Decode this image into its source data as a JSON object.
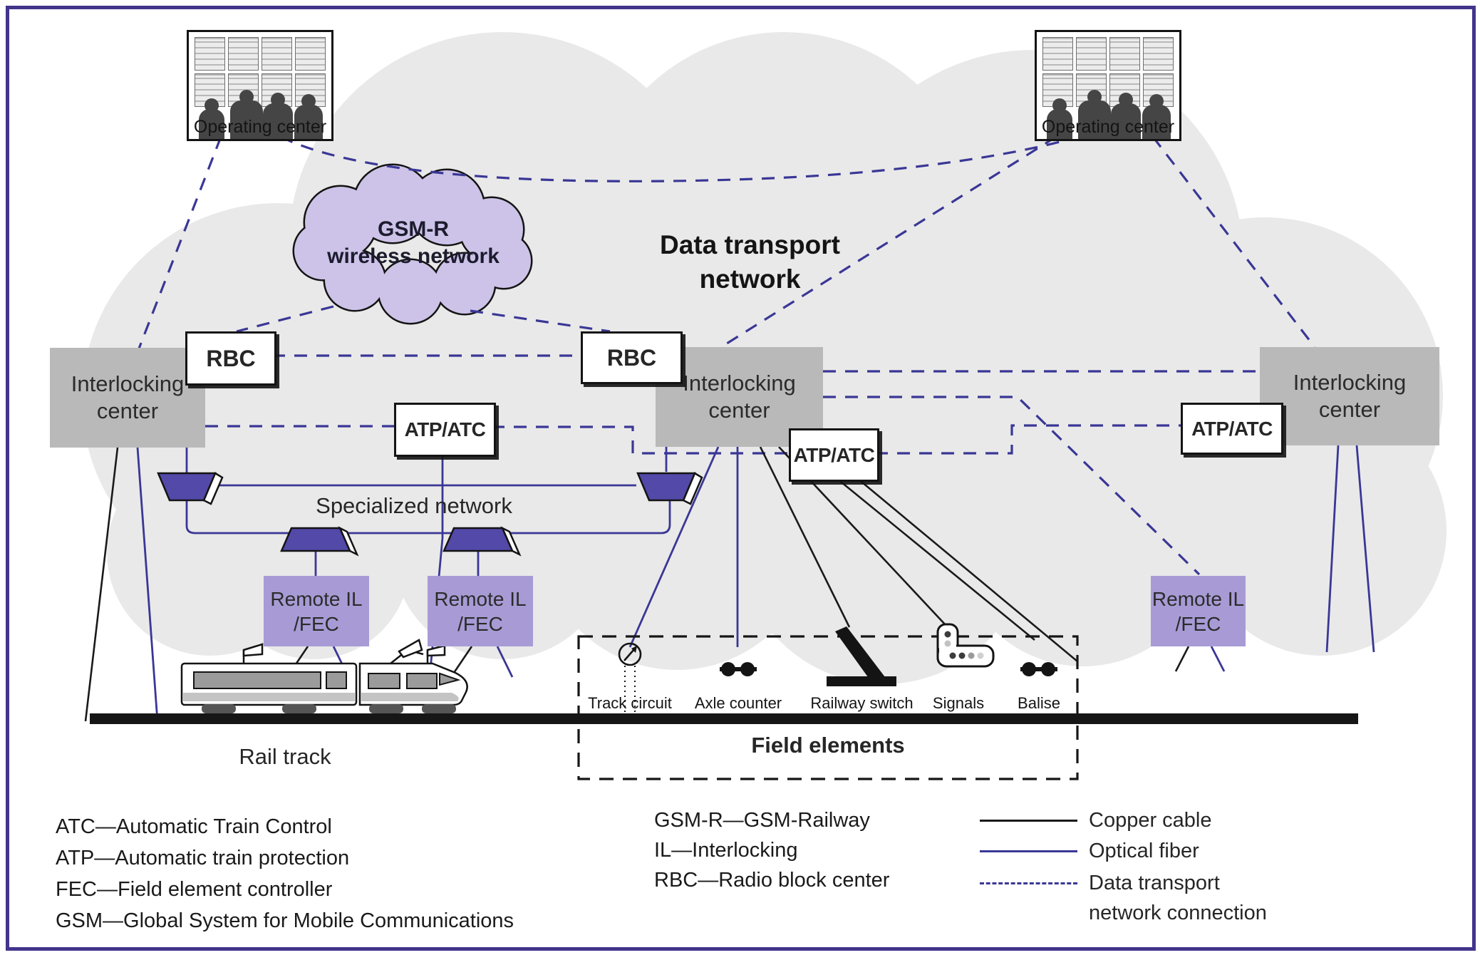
{
  "colors": {
    "frame_border": "#43348c",
    "data_transport_cloud": "#e9e9e9",
    "gsm_cloud_fill": "#cdc3e8",
    "interlocking_box": "#b9b9b9",
    "remote_box": "#a89bd5",
    "network_node": "#5349a8",
    "copper_cable": "#1a1a1a",
    "optical_fiber": "#3a3796",
    "dashed_connection": "#3a3796"
  },
  "operating_center_left": {
    "label": "Operating center"
  },
  "operating_center_right": {
    "label": "Operating center"
  },
  "gsm_cloud": {
    "line1": "GSM-R",
    "line2": "wireless network"
  },
  "data_transport_network": {
    "line1": "Data transport",
    "line2": "network"
  },
  "interlocking_left": {
    "line1": "Interlocking",
    "line2": "center"
  },
  "interlocking_mid": {
    "line1": "Interlocking",
    "line2": "center"
  },
  "interlocking_right": {
    "line1": "Interlocking",
    "line2": "center"
  },
  "rbc_left": {
    "label": "RBC"
  },
  "rbc_mid": {
    "label": "RBC"
  },
  "atp_left": {
    "label": "ATP/ATC"
  },
  "atp_mid": {
    "label": "ATP/ATC"
  },
  "atp_right": {
    "label": "ATP/ATC"
  },
  "specialized_network_label": "Specialized network",
  "remote_left": {
    "line1": "Remote IL",
    "line2": "/FEC"
  },
  "remote_mid": {
    "line1": "Remote IL",
    "line2": "/FEC"
  },
  "remote_right": {
    "line1": "Remote IL",
    "line2": "/FEC"
  },
  "field_elements": {
    "title": "Field elements",
    "items": [
      "Track circuit",
      "Axle counter",
      "Railway switch",
      "Signals",
      "Balise"
    ]
  },
  "rail_track_label": "Rail track",
  "legend": {
    "abbr_col1": [
      "ATC—Automatic Train Control",
      "ATP—Automatic train protection",
      "FEC—Field element controller",
      "GSM—Global System for Mobile Communications"
    ],
    "abbr_col2": [
      "GSM-R—GSM-Railway",
      "IL—Interlocking",
      "RBC—Radio block center"
    ],
    "line_types": {
      "copper": "Copper cable",
      "optical": "Optical fiber",
      "dashed_line1": "Data transport",
      "dashed_line2": "network connection"
    }
  }
}
